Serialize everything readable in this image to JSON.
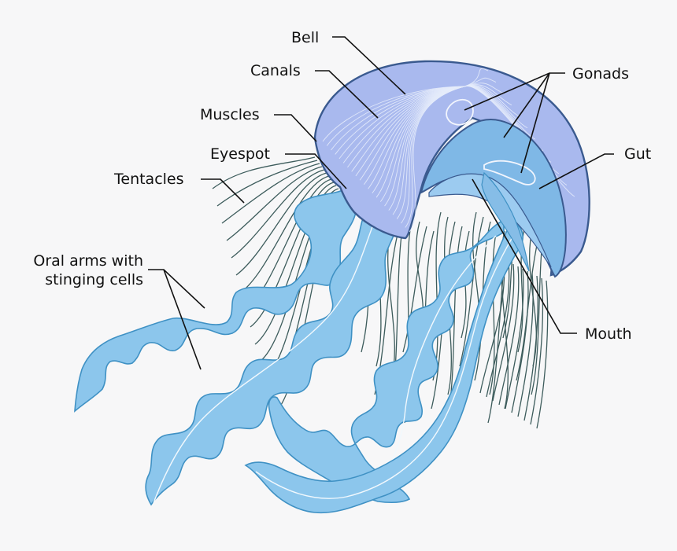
{
  "labels": {
    "bell": "Bell",
    "canals": "Canals",
    "muscles": "Muscles",
    "eyespot": "Eyespot",
    "tentacles": "Tentacles",
    "oral_arms_line1": "Oral arms with",
    "oral_arms_line2": "stinging cells",
    "gonads": "Gonads",
    "gut": "Gut",
    "mouth": "Mouth"
  },
  "colors": {
    "background": "#f7f7f8",
    "bell": "#a9b9ee",
    "bell_outline": "#3a5a8f",
    "inner_cavity": "#7fb8e6",
    "oral_arm": "#8cc6ec",
    "tentacle": "#3d5c5c",
    "leader_line": "#111111"
  }
}
